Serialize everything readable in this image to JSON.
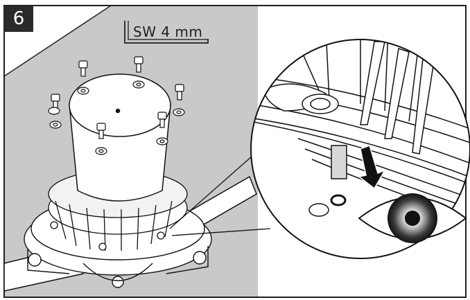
{
  "step": {
    "number": "6"
  },
  "tool": {
    "label": "SW 4 mm",
    "icon": "hex-key-icon"
  },
  "illustration": {
    "main": "assembly-view",
    "detail": "zoom-callout",
    "indicator": "eye-icon",
    "direction": "arrow-down-icon"
  },
  "colors": {
    "background_panel": "#c9c9c9",
    "border": "#1e1e1e",
    "badge": "#2a2a2a",
    "line": "#111111"
  }
}
